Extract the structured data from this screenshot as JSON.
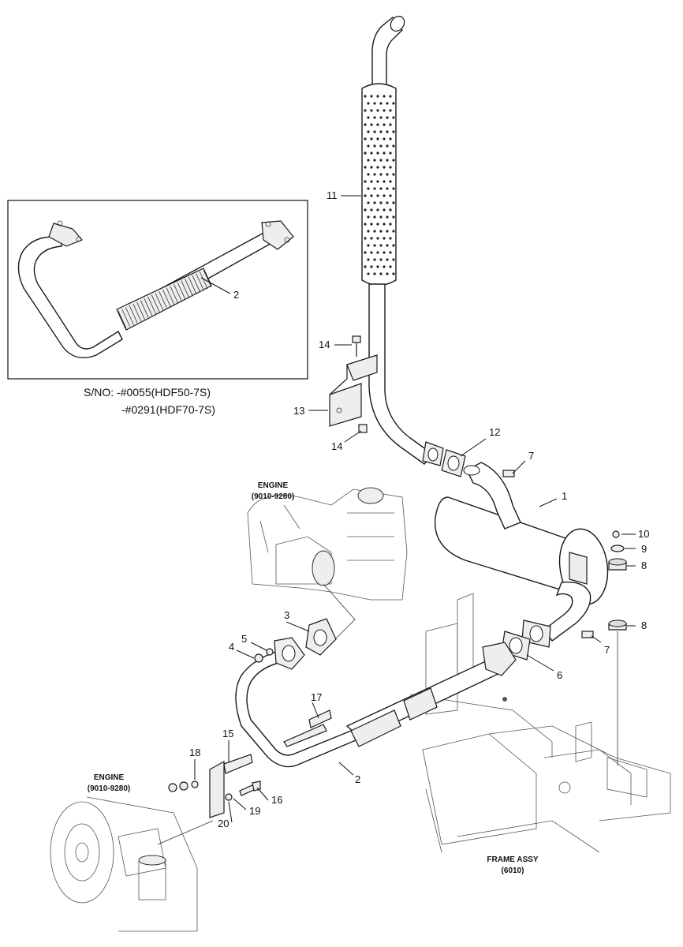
{
  "inset": {
    "serial_line_1": "S/NO: -#0055(HDF50-7S)",
    "serial_line_2": "-#0291(HDF70-7S)",
    "part_label": "2"
  },
  "labels": {
    "engine_top_title": "ENGINE",
    "engine_top_code": "(9010-9280)",
    "engine_bottom_title": "ENGINE",
    "engine_bottom_code": "(9010-9280)",
    "frame_title": "FRAME ASSY",
    "frame_code": "(6010)"
  },
  "callouts": {
    "c1": "1",
    "c2": "2",
    "c3": "3",
    "c4": "4",
    "c5": "5",
    "c6": "6",
    "c7a": "7",
    "c7b": "7",
    "c8a": "8",
    "c8b": "8",
    "c9": "9",
    "c10": "10",
    "c11": "11",
    "c12": "12",
    "c13": "13",
    "c14a": "14",
    "c14b": "14",
    "c15": "15",
    "c16": "16",
    "c17": "17",
    "c18": "18",
    "c19": "19",
    "c20": "20"
  }
}
